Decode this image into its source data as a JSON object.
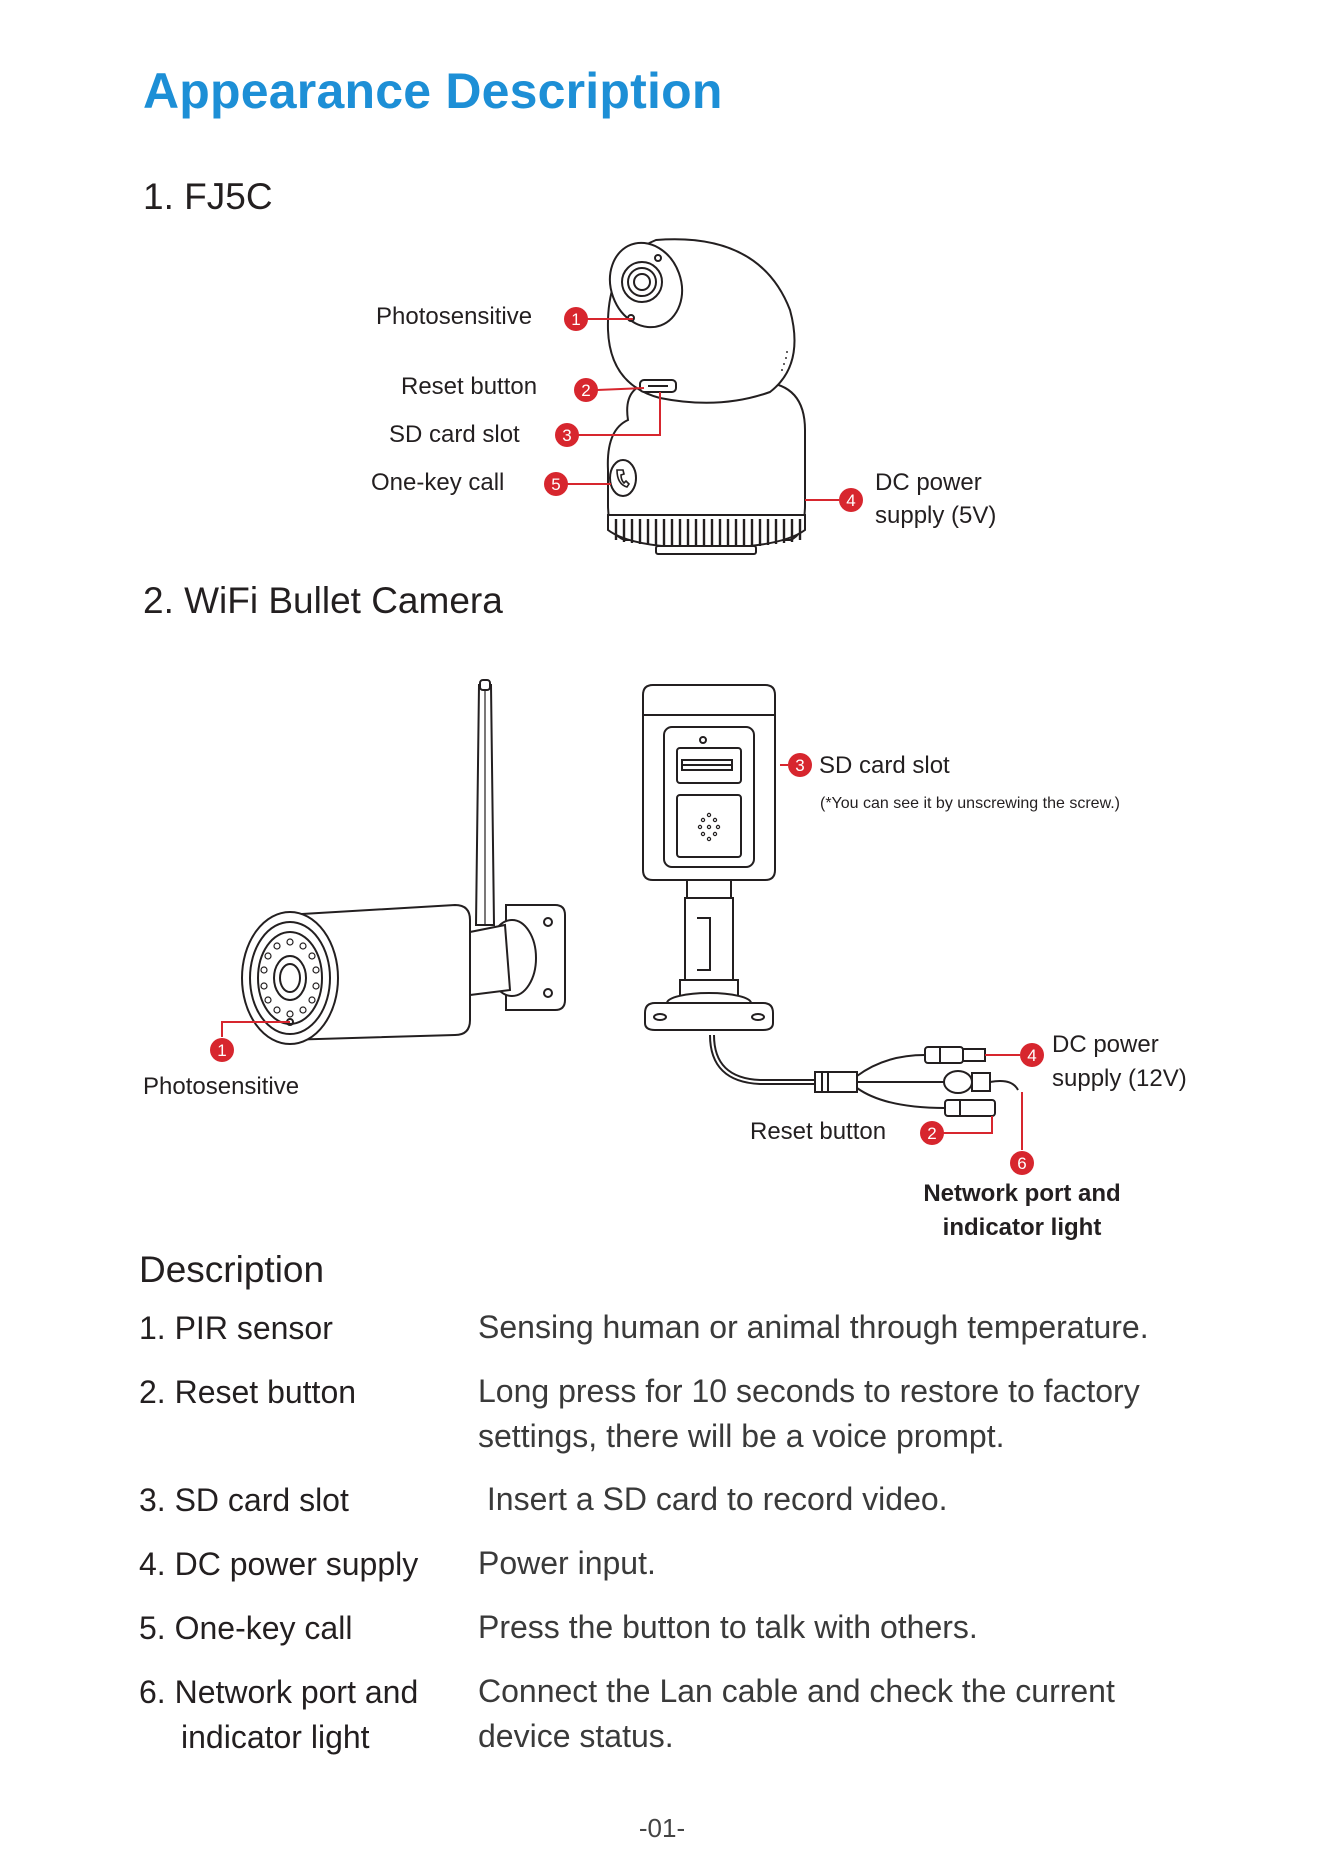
{
  "page": {
    "title": "Appearance Description",
    "page_number": "-01-"
  },
  "section1": {
    "heading": "1. FJ5C",
    "callouts": {
      "photosensitive": {
        "num": "1",
        "label": "Photosensitive"
      },
      "reset": {
        "num": "2",
        "label": "Reset button"
      },
      "sdcard": {
        "num": "3",
        "label": "SD card slot"
      },
      "onekey": {
        "num": "5",
        "label": "One-key call"
      },
      "dcpower": {
        "num": "4",
        "label_line1": "DC power",
        "label_line2": "supply (5V)"
      }
    }
  },
  "section2": {
    "heading": "2. WiFi Bullet Camera",
    "callouts": {
      "photosensitive": {
        "num": "1",
        "label": "Photosensitive"
      },
      "sdcard": {
        "num": "3",
        "label": "SD card slot",
        "note": "(*You can see it by unscrewing the screw.)"
      },
      "dcpower": {
        "num": "4",
        "label_line1": "DC power",
        "label_line2": "supply (12V)"
      },
      "reset": {
        "num": "2",
        "label": "Reset button"
      },
      "network": {
        "num": "6",
        "label_line1": "Network port and",
        "label_line2": "indicator light"
      }
    }
  },
  "description": {
    "title": "Description",
    "rows": [
      {
        "term": "1. PIR sensor",
        "def": [
          "Sensing human or animal through temperature."
        ]
      },
      {
        "term": "2. Reset button",
        "def": [
          "Long press for 10 seconds to restore to factory",
          "settings, there will be a voice prompt."
        ]
      },
      {
        "term": "3. SD card slot",
        "def": [
          " Insert a SD card to record video."
        ]
      },
      {
        "term": "4. DC power supply",
        "def": [
          "Power input."
        ]
      },
      {
        "term": "5. One-key call",
        "def": [
          "Press the button to talk with others."
        ]
      },
      {
        "term": "6. Network port and",
        "term2": "indicator light",
        "def": [
          "Connect the Lan cable and check the current",
          "device status."
        ]
      }
    ]
  },
  "colors": {
    "title_blue": "#1d8fd6",
    "badge_red": "#d7262e",
    "text": "#231f20"
  }
}
